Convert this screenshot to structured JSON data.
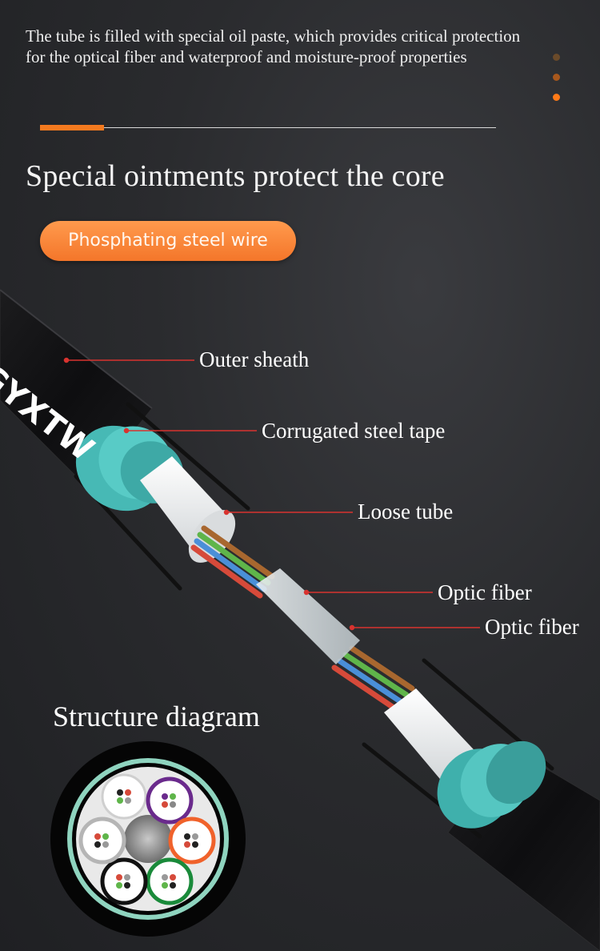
{
  "intro": {
    "line1": "The tube is filled with special oil paste, which provides critical protection",
    "line2": "for the optical fiber and waterproof and moisture-proof properties"
  },
  "headline": "Special ointments protect the core",
  "pill_label": "Phosphating steel wire",
  "brand": "GYXTW",
  "callouts": {
    "outer_sheath": "Outer sheath",
    "corrugated_tape": "Corrugated steel tape",
    "loose_tube": "Loose tube",
    "optic_fiber_1": "Optic fiber",
    "optic_fiber_2": "Optic fiber"
  },
  "diagram_title": "Structure diagram",
  "colors": {
    "accent": "#f47a1f",
    "callout_line": "#d8332f",
    "tape": "#4bc3bf"
  }
}
